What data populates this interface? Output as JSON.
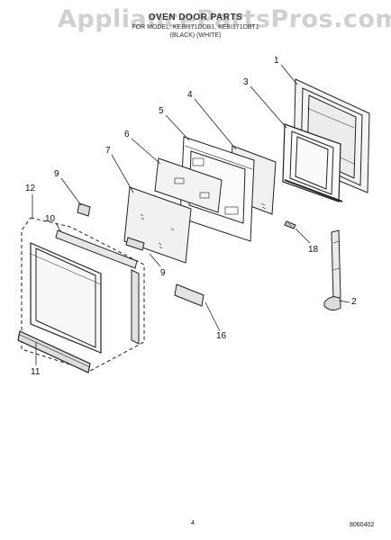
{
  "watermark": "AppliancePartsPros.com",
  "header": {
    "title": "OVEN DOOR PARTS",
    "models": "FOR MODEL: KEBI171DDB1, KEBI171DBT1",
    "colors": "(BLACK)          (WHITE)"
  },
  "callouts": [
    "1",
    "2",
    "3",
    "4",
    "5",
    "6",
    "7",
    "9",
    "9",
    "10",
    "11",
    "12",
    "16",
    "18"
  ],
  "footer": {
    "page_number": "4",
    "doc_number": "8060402"
  },
  "colors": {
    "line": "#222222",
    "background": "#ffffff",
    "watermark": "#8a8a8a"
  }
}
